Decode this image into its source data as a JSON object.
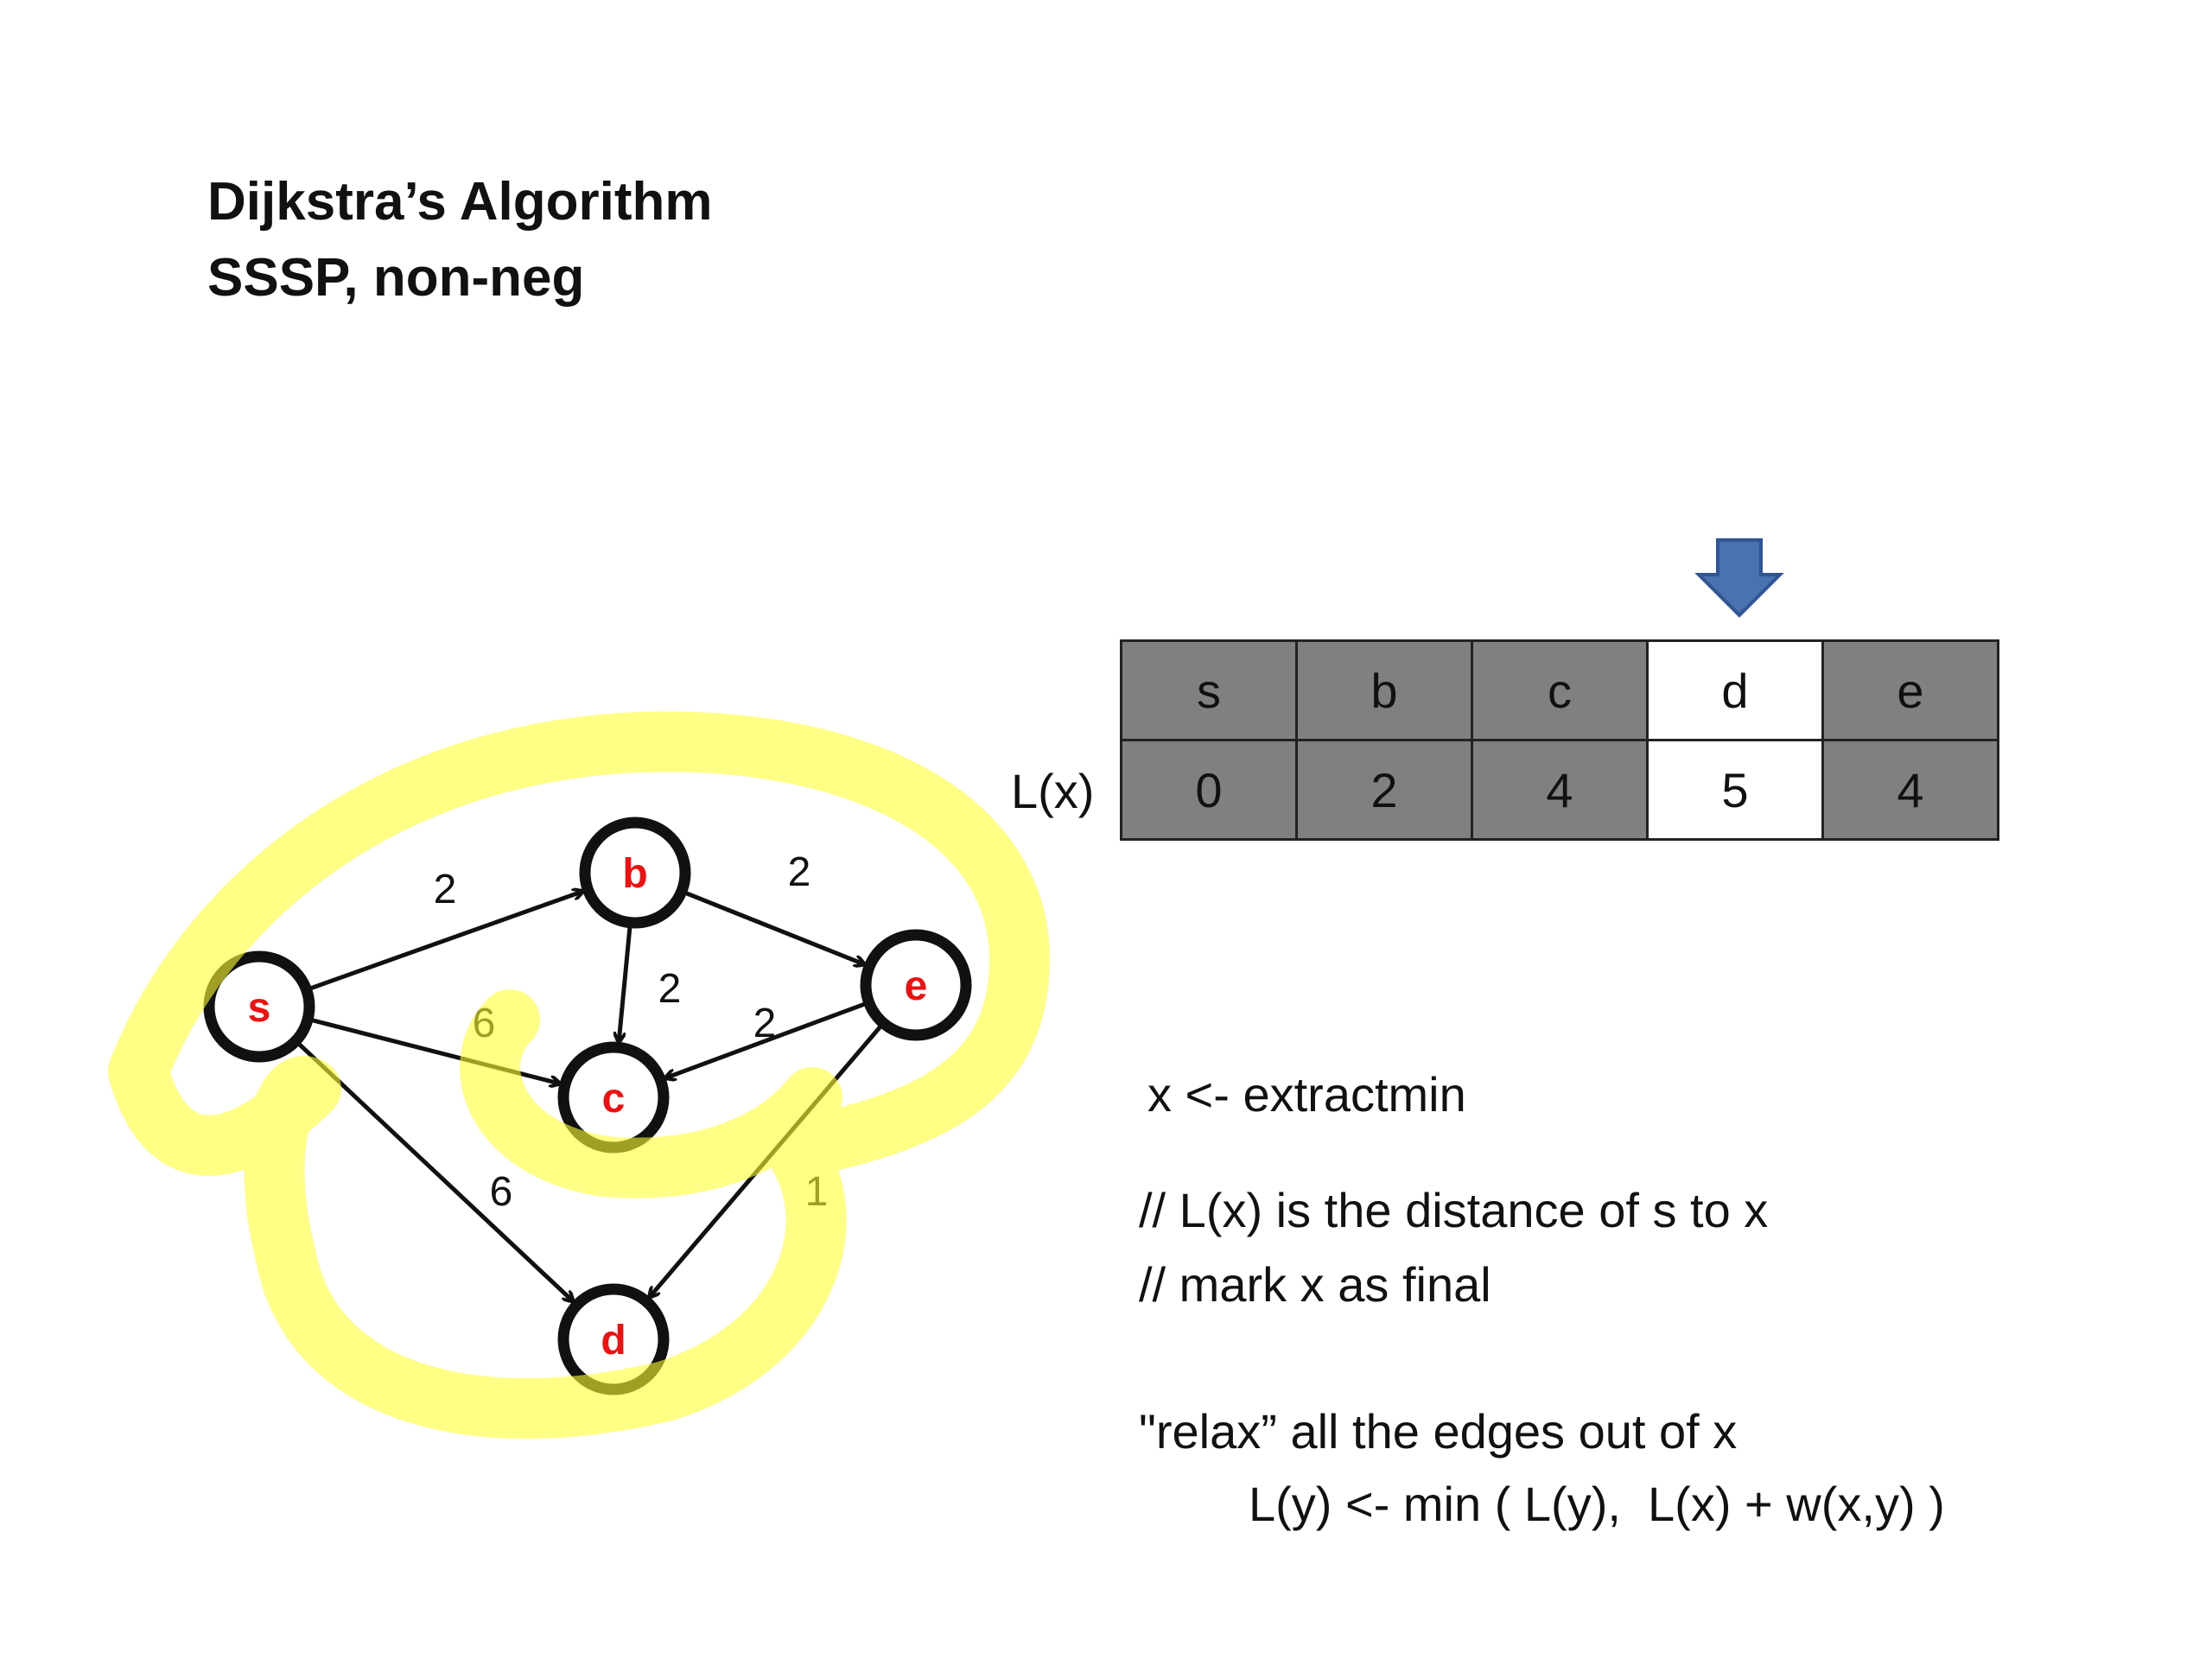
{
  "title": {
    "line1": "Dijkstra’s Algorithm",
    "line2": "SSSP, non-neg"
  },
  "graph": {
    "nodes": [
      {
        "id": "s",
        "label": "s"
      },
      {
        "id": "b",
        "label": "b"
      },
      {
        "id": "c",
        "label": "c"
      },
      {
        "id": "d",
        "label": "d"
      },
      {
        "id": "e",
        "label": "e"
      }
    ],
    "edges": [
      {
        "from": "s",
        "to": "b",
        "weight": "2"
      },
      {
        "from": "s",
        "to": "c",
        "weight": "6"
      },
      {
        "from": "s",
        "to": "d",
        "weight": "6"
      },
      {
        "from": "b",
        "to": "c",
        "weight": "2"
      },
      {
        "from": "b",
        "to": "e",
        "weight": "2"
      },
      {
        "from": "e",
        "to": "c",
        "weight": "2"
      },
      {
        "from": "e",
        "to": "d",
        "weight": "1"
      }
    ],
    "node_label_color": "#ee1111",
    "highlight_color": "#ffff33"
  },
  "table": {
    "row_label": "L(x)",
    "headers": [
      "s",
      "b",
      "c",
      "d",
      "e"
    ],
    "values": [
      "0",
      "2",
      "4",
      "5",
      "4"
    ],
    "current_index": 3,
    "filled_color": "#808080",
    "current_color": "#ffffff"
  },
  "pointer": {
    "icon": "down-arrow-icon",
    "color": "#4a72b0"
  },
  "pseudocode": {
    "extract": "x <- extractmin",
    "comment1": "// L(x) is the distance of s to x",
    "comment2": "// mark x as final",
    "relax": "\"relax” all the edges out of x",
    "update": "L(y) <- min ( L(y),  L(x) + w(x,y) )"
  }
}
